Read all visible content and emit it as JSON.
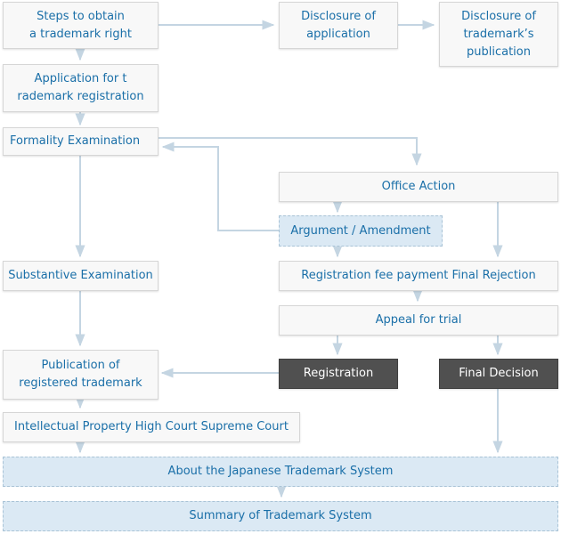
{
  "flowchart": {
    "steps_to_obtain": "Steps to obtain\na trademark right",
    "disclosure_of_application": "Disclosure of\napplication",
    "disclosure_of_publication": "Disclosure of\ntrademark’s\npublication",
    "application_for_registration": "Application for t\nrademark registration",
    "formality_examination": "Formality Examination",
    "office_action": "Office Action",
    "argument_amendment": "Argument / Amendment",
    "substantive_examination": "Substantive Examination",
    "registration_fee_final_rejection": "Registration fee payment Final Rejection",
    "appeal_for_trial": "Appeal for trial",
    "publication_of_registered": "Publication of\nregistered trademark",
    "registration": "Registration",
    "final_decision": "Final Decision",
    "ip_high_court": "Intellectual Property High Court Supreme Court",
    "about_japanese_system": "About the Japanese Trademark System",
    "summary_of_system": "Summary of Trademark System"
  },
  "colors": {
    "box_text": "#1a6fa8",
    "box_background": "#f8f8f8",
    "dark_box": "#505050",
    "highlight_box": "#dbe9f4",
    "connector": "#c4d5e2"
  }
}
